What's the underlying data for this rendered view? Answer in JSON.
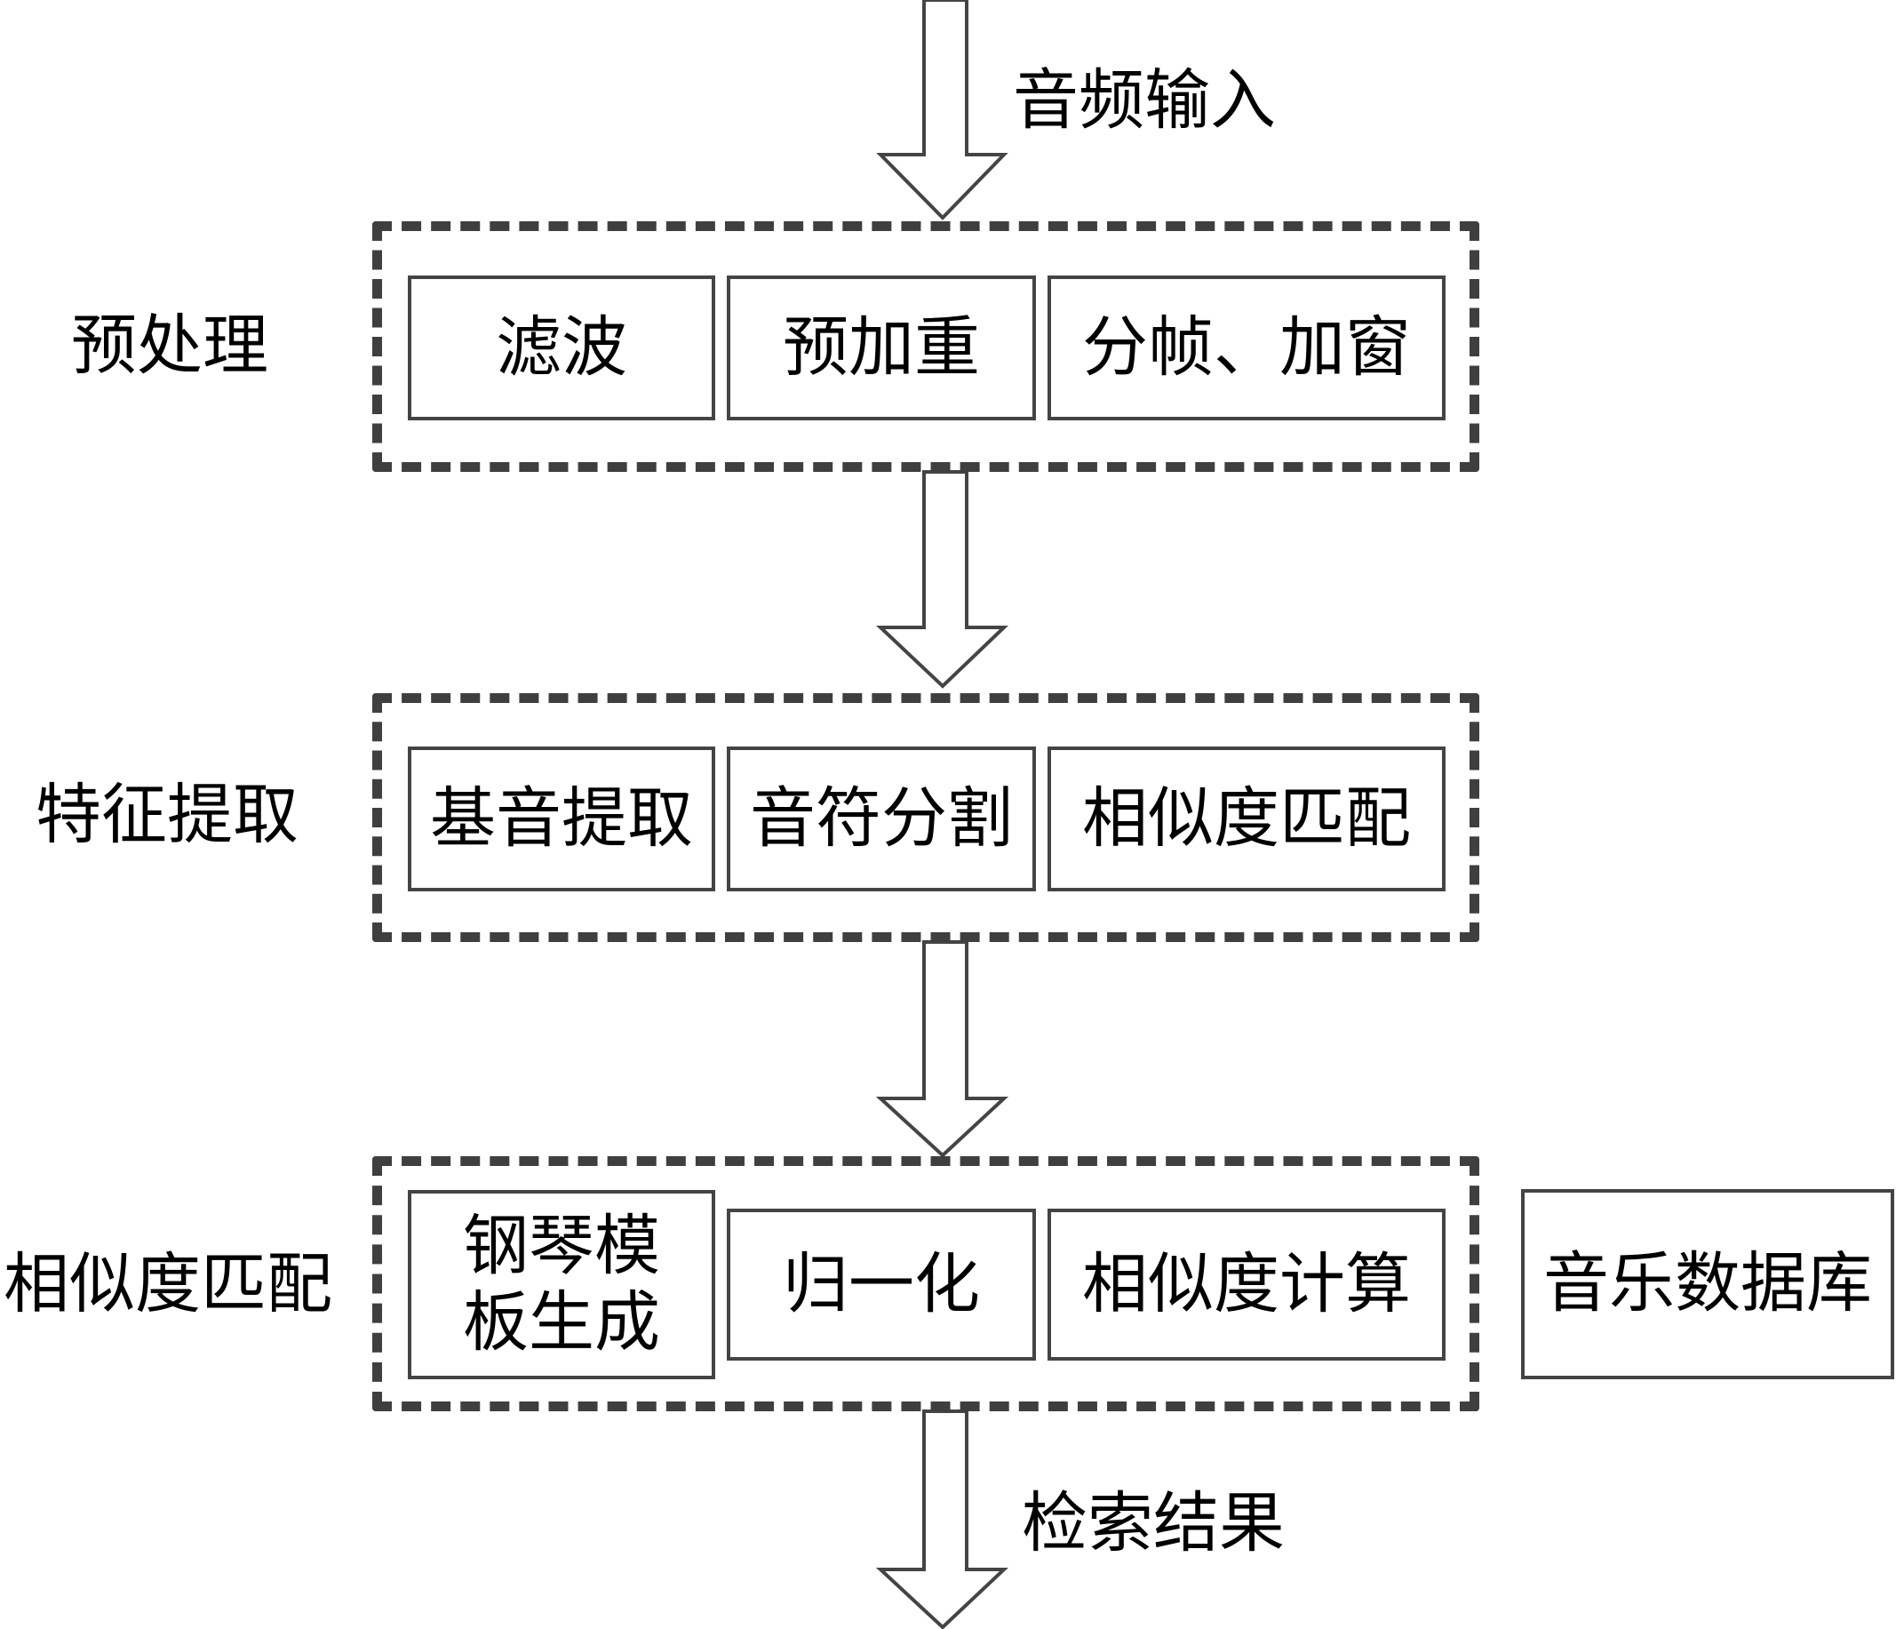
{
  "diagram": {
    "title_input": "音频输入",
    "title_output": "检索结果",
    "stages": [
      {
        "label": "预处理",
        "steps": [
          "滤波",
          "预加重",
          "分帧、加窗"
        ]
      },
      {
        "label": "特征提取",
        "steps": [
          "基音提取",
          "音符分割",
          "相似度匹配"
        ]
      },
      {
        "label": "相似度匹配",
        "steps": [
          "钢琴模板生成",
          "归一化",
          "相似度计算"
        ]
      }
    ],
    "external_box": "音乐数据库",
    "colors": {
      "stroke": "#444444",
      "dash": "#3f3f3f",
      "text": "#000000",
      "background": "#ffffff"
    }
  }
}
